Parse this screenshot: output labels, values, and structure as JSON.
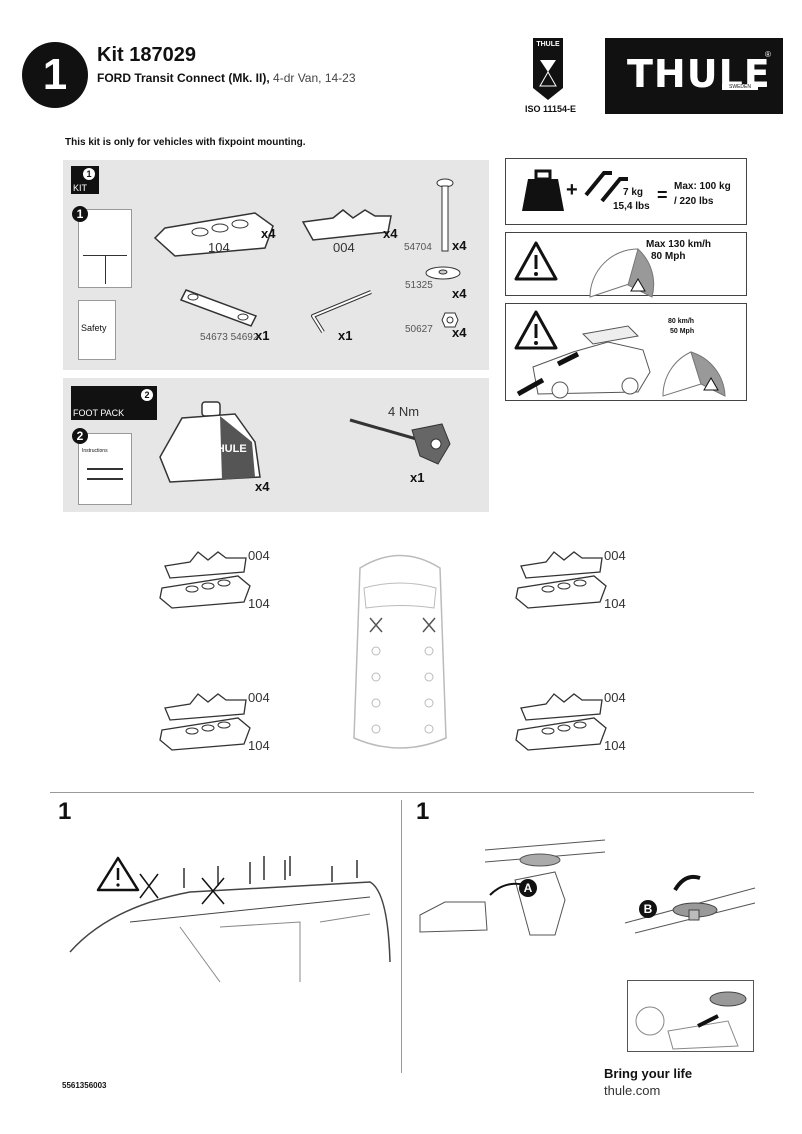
{
  "header": {
    "step_number": "1",
    "kit_title": "Kit 187029",
    "vehicle_bold": "FORD Transit Connect (Mk. II),",
    "vehicle_rest": " 4-dr Van, 14-23",
    "iso": "ISO 11154-E",
    "badge_brand": "THULE",
    "logo_text": "THULE",
    "logo_sub": "SWEDEN"
  },
  "notice": "This kit is only for vehicles with fixpoint mounting.",
  "kit_box": {
    "badge_number": "1",
    "badge_label": "KIT",
    "manual_number": "1",
    "safety_label": "Safety",
    "parts": [
      {
        "code": "104",
        "qty": "x4"
      },
      {
        "code": "004",
        "qty": "x4"
      },
      {
        "code": "54704",
        "qty": "x4"
      },
      {
        "code": "51325",
        "qty": "x4"
      },
      {
        "code": "54673 54692",
        "qty": "x1"
      },
      {
        "code": "",
        "qty": "x1"
      },
      {
        "code": "50627",
        "qty": "x4"
      }
    ]
  },
  "foot_pack_box": {
    "badge_number": "2",
    "badge_label": "FOOT PACK",
    "manual_number": "2",
    "instructions_label": "Instructions",
    "foot_qty": "x4",
    "foot_brand": "THULE",
    "torque": "4 Nm",
    "tool_qty": "x1"
  },
  "load_info": {
    "bars_weight_kg": "7 kg",
    "bars_weight_lbs": "15,4 lbs",
    "max_load_kg": "Max: 100 kg",
    "max_load_lbs": "/ 220 lbs",
    "max_speed_kmh": "Max  130 km/h",
    "max_speed_mph": "80 Mph",
    "load_speed_kmh": "80 km/h",
    "load_speed_mph": "50 Mph"
  },
  "placement": {
    "labels": [
      "004",
      "104",
      "004",
      "104",
      "004",
      "104",
      "004",
      "104"
    ]
  },
  "steps": [
    {
      "number": "1"
    },
    {
      "number": "1",
      "marker_a": "A",
      "marker_b": "B"
    }
  ],
  "footer": {
    "part_number": "5561356003",
    "tagline": "Bring your life",
    "website": "thule.com"
  }
}
